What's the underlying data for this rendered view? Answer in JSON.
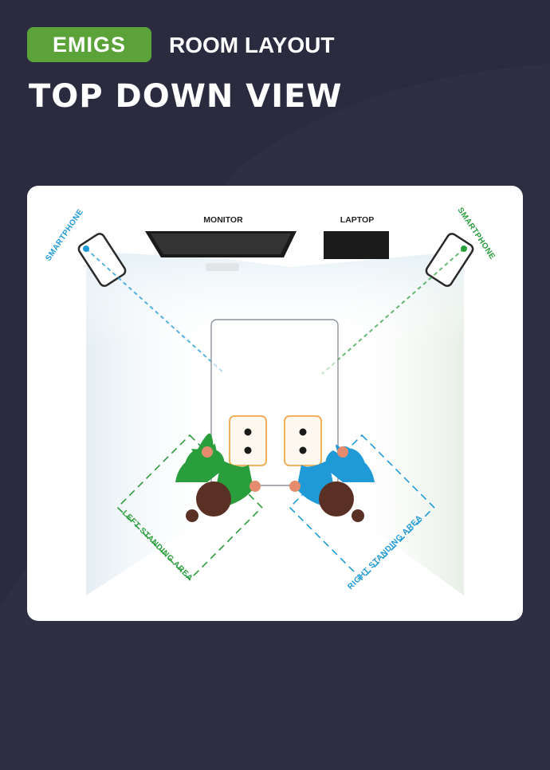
{
  "header": {
    "badge": "EMIGS",
    "subtitle": "ROOM LAYOUT",
    "title": "TOP DOWN VIEW"
  },
  "diagram": {
    "labels": {
      "monitor": "MONITOR",
      "laptop": "LAPTOP",
      "smartphone_left": "SMARTPHONE",
      "smartphone_right": "SMARTPHONE",
      "left_area": "LEFT STANDING AREA",
      "right_area": "RIGHT STANDING AREA"
    },
    "colors": {
      "green": "#2a9d3c",
      "blue": "#1f9ad6",
      "orange": "#f0a84a",
      "hair": "#5a3025",
      "skin": "#e58b6e",
      "badge": "#5ba239"
    }
  }
}
